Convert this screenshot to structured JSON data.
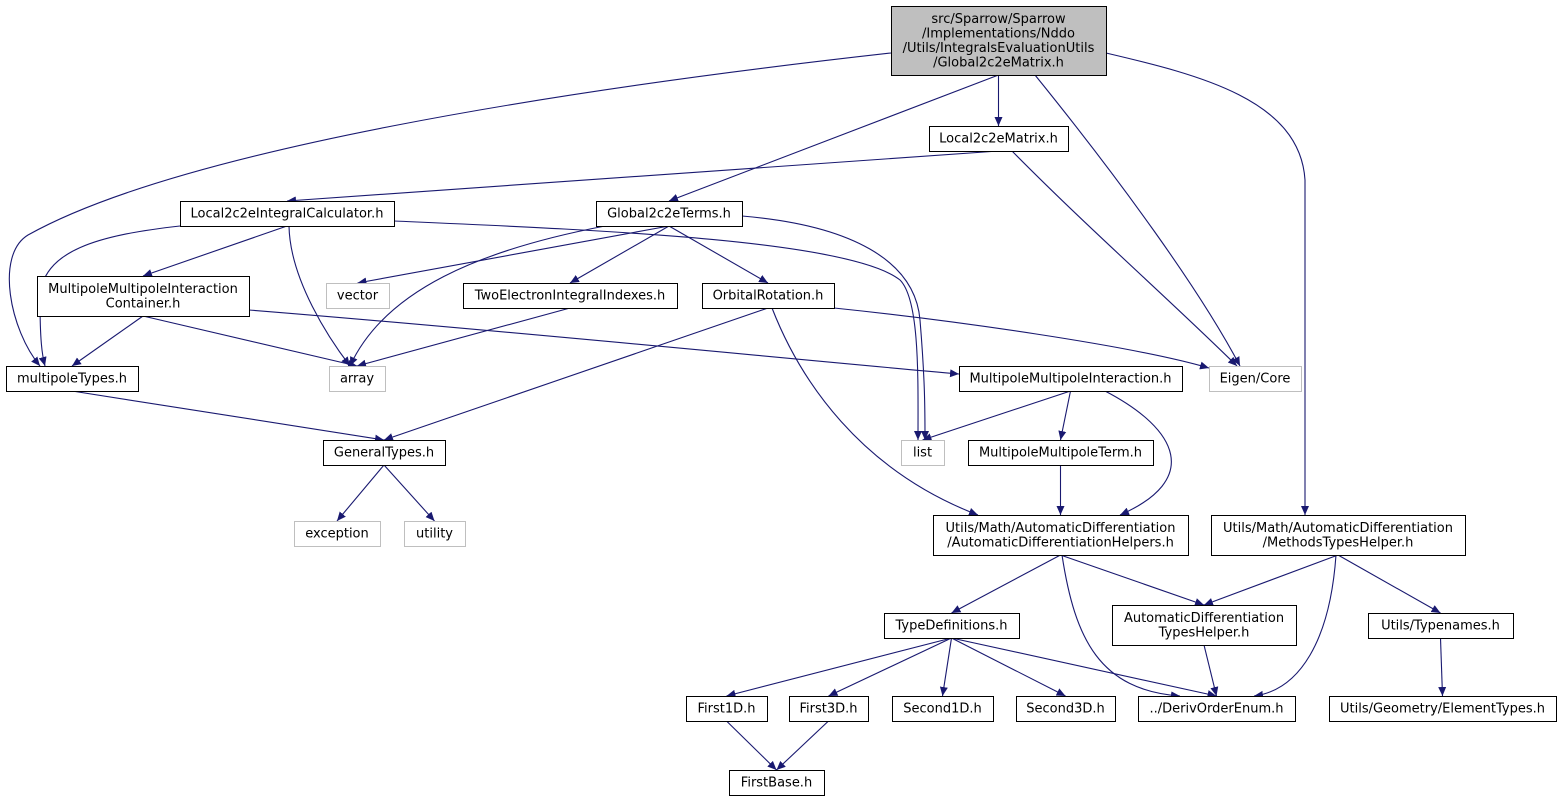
{
  "diagram": {
    "colors": {
      "edge": "#191970",
      "box_border": "#000000",
      "external_border": "#bfbfbf",
      "root_fill": "#bfbfbf",
      "box_fill": "#ffffff",
      "external_text": "#000000"
    },
    "nodes": [
      {
        "id": "root",
        "kind": "root",
        "lines": [
          "src/Sparrow/Sparrow",
          "/Implementations/Nddo",
          "/Utils/IntegralsEvaluationUtils",
          "/Global2c2eMatrix.h"
        ]
      },
      {
        "id": "local2c2eMatrix",
        "kind": "header",
        "lines": [
          "Local2c2eMatrix.h"
        ]
      },
      {
        "id": "eigenCore",
        "kind": "external",
        "lines": [
          "Eigen/Core"
        ]
      },
      {
        "id": "local2c2eIntegralCalculator",
        "kind": "header",
        "lines": [
          "Local2c2eIntegralCalculator.h"
        ]
      },
      {
        "id": "global2c2eTerms",
        "kind": "header",
        "lines": [
          "Global2c2eTerms.h"
        ]
      },
      {
        "id": "multipoleTypes",
        "kind": "header",
        "lines": [
          "multipoleTypes.h"
        ]
      },
      {
        "id": "mmInteractionContainer",
        "kind": "header",
        "lines": [
          "MultipoleMultipoleInteraction",
          "Container.h"
        ]
      },
      {
        "id": "array",
        "kind": "external",
        "lines": [
          "array"
        ]
      },
      {
        "id": "vector",
        "kind": "external",
        "lines": [
          "vector"
        ]
      },
      {
        "id": "twoElectronIntegralIndexes",
        "kind": "header",
        "lines": [
          "TwoElectronIntegralIndexes.h"
        ]
      },
      {
        "id": "orbitalRotation",
        "kind": "header",
        "lines": [
          "OrbitalRotation.h"
        ]
      },
      {
        "id": "mmInteraction",
        "kind": "header",
        "lines": [
          "MultipoleMultipoleInteraction.h"
        ]
      },
      {
        "id": "list",
        "kind": "external",
        "lines": [
          "list"
        ]
      },
      {
        "id": "generalTypes",
        "kind": "header",
        "lines": [
          "GeneralTypes.h"
        ]
      },
      {
        "id": "mmTerm",
        "kind": "header",
        "lines": [
          "MultipoleMultipoleTerm.h"
        ]
      },
      {
        "id": "exception",
        "kind": "external",
        "lines": [
          "exception"
        ]
      },
      {
        "id": "utility",
        "kind": "external",
        "lines": [
          "utility"
        ]
      },
      {
        "id": "adHelpers",
        "kind": "header",
        "lines": [
          "Utils/Math/AutomaticDifferentiation",
          "/AutomaticDifferentiationHelpers.h"
        ]
      },
      {
        "id": "methodsTypesHelper",
        "kind": "header",
        "lines": [
          "Utils/Math/AutomaticDifferentiation",
          "/MethodsTypesHelper.h"
        ]
      },
      {
        "id": "typeDefinitions",
        "kind": "header",
        "lines": [
          "TypeDefinitions.h"
        ]
      },
      {
        "id": "adTypesHelper",
        "kind": "header",
        "lines": [
          "AutomaticDifferentiation",
          "TypesHelper.h"
        ]
      },
      {
        "id": "utilsTypenames",
        "kind": "header",
        "lines": [
          "Utils/Typenames.h"
        ]
      },
      {
        "id": "first1D",
        "kind": "header",
        "lines": [
          "First1D.h"
        ]
      },
      {
        "id": "first3D",
        "kind": "header",
        "lines": [
          "First3D.h"
        ]
      },
      {
        "id": "second1D",
        "kind": "header",
        "lines": [
          "Second1D.h"
        ]
      },
      {
        "id": "second3D",
        "kind": "header",
        "lines": [
          "Second3D.h"
        ]
      },
      {
        "id": "derivOrderEnum",
        "kind": "header",
        "lines": [
          "../DerivOrderEnum.h"
        ]
      },
      {
        "id": "elementTypes",
        "kind": "header",
        "lines": [
          "Utils/Geometry/ElementTypes.h"
        ]
      },
      {
        "id": "firstBase",
        "kind": "header",
        "lines": [
          "FirstBase.h"
        ]
      }
    ],
    "edges": [
      [
        "root",
        "local2c2eMatrix"
      ],
      [
        "root",
        "eigenCore"
      ],
      [
        "root",
        "global2c2eTerms"
      ],
      [
        "root",
        "multipoleTypes"
      ],
      [
        "root",
        "methodsTypesHelper"
      ],
      [
        "local2c2eMatrix",
        "local2c2eIntegralCalculator"
      ],
      [
        "local2c2eMatrix",
        "eigenCore"
      ],
      [
        "local2c2eIntegralCalculator",
        "multipoleTypes"
      ],
      [
        "local2c2eIntegralCalculator",
        "mmInteractionContainer"
      ],
      [
        "local2c2eIntegralCalculator",
        "array"
      ],
      [
        "local2c2eIntegralCalculator",
        "list"
      ],
      [
        "global2c2eTerms",
        "vector"
      ],
      [
        "global2c2eTerms",
        "array"
      ],
      [
        "global2c2eTerms",
        "twoElectronIntegralIndexes"
      ],
      [
        "global2c2eTerms",
        "orbitalRotation"
      ],
      [
        "global2c2eTerms",
        "list"
      ],
      [
        "mmInteractionContainer",
        "multipoleTypes"
      ],
      [
        "mmInteractionContainer",
        "array"
      ],
      [
        "mmInteractionContainer",
        "mmInteraction"
      ],
      [
        "twoElectronIntegralIndexes",
        "array"
      ],
      [
        "orbitalRotation",
        "generalTypes"
      ],
      [
        "orbitalRotation",
        "eigenCore"
      ],
      [
        "orbitalRotation",
        "adHelpers"
      ],
      [
        "multipoleTypes",
        "generalTypes"
      ],
      [
        "mmInteraction",
        "list"
      ],
      [
        "mmInteraction",
        "mmTerm"
      ],
      [
        "mmInteraction",
        "adHelpers"
      ],
      [
        "mmTerm",
        "adHelpers"
      ],
      [
        "generalTypes",
        "exception"
      ],
      [
        "generalTypes",
        "utility"
      ],
      [
        "adHelpers",
        "typeDefinitions"
      ],
      [
        "adHelpers",
        "adTypesHelper"
      ],
      [
        "adHelpers",
        "derivOrderEnum"
      ],
      [
        "methodsTypesHelper",
        "adTypesHelper"
      ],
      [
        "methodsTypesHelper",
        "utilsTypenames"
      ],
      [
        "methodsTypesHelper",
        "derivOrderEnum"
      ],
      [
        "typeDefinitions",
        "first1D"
      ],
      [
        "typeDefinitions",
        "first3D"
      ],
      [
        "typeDefinitions",
        "second1D"
      ],
      [
        "typeDefinitions",
        "second3D"
      ],
      [
        "typeDefinitions",
        "derivOrderEnum"
      ],
      [
        "adTypesHelper",
        "derivOrderEnum"
      ],
      [
        "utilsTypenames",
        "elementTypes"
      ],
      [
        "first1D",
        "firstBase"
      ],
      [
        "first3D",
        "firstBase"
      ]
    ]
  }
}
